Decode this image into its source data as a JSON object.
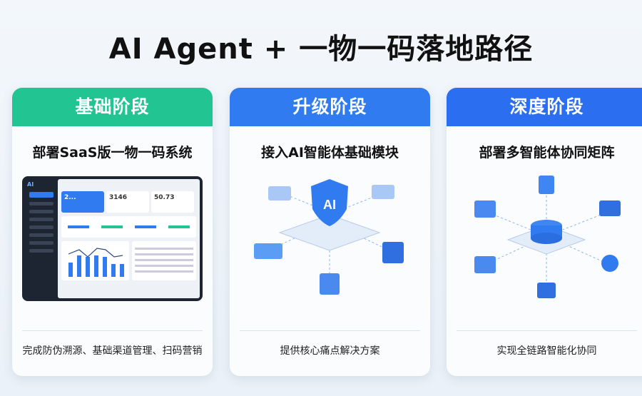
{
  "title": "AI Agent + 一物一码落地路径",
  "stages": [
    {
      "header": "基础阶段",
      "color": "#22c491",
      "subtitle": "部署SaaS版一物一码系统",
      "footer": "完成防伪溯源、基础渠道管理、扫码营销",
      "dashboard": {
        "logo": "AI",
        "stats": [
          "2...",
          "3146",
          "50.73"
        ]
      }
    },
    {
      "header": "升级阶段",
      "color": "#2f7bef",
      "subtitle": "接入AI智能体基础模块",
      "footer": "提供核心痛点解决方案",
      "badge": "AI"
    },
    {
      "header": "深度阶段",
      "color": "#2b6ef0",
      "subtitle": "部署多智能体协同矩阵",
      "footer": "实现全链路智能化协同"
    }
  ]
}
